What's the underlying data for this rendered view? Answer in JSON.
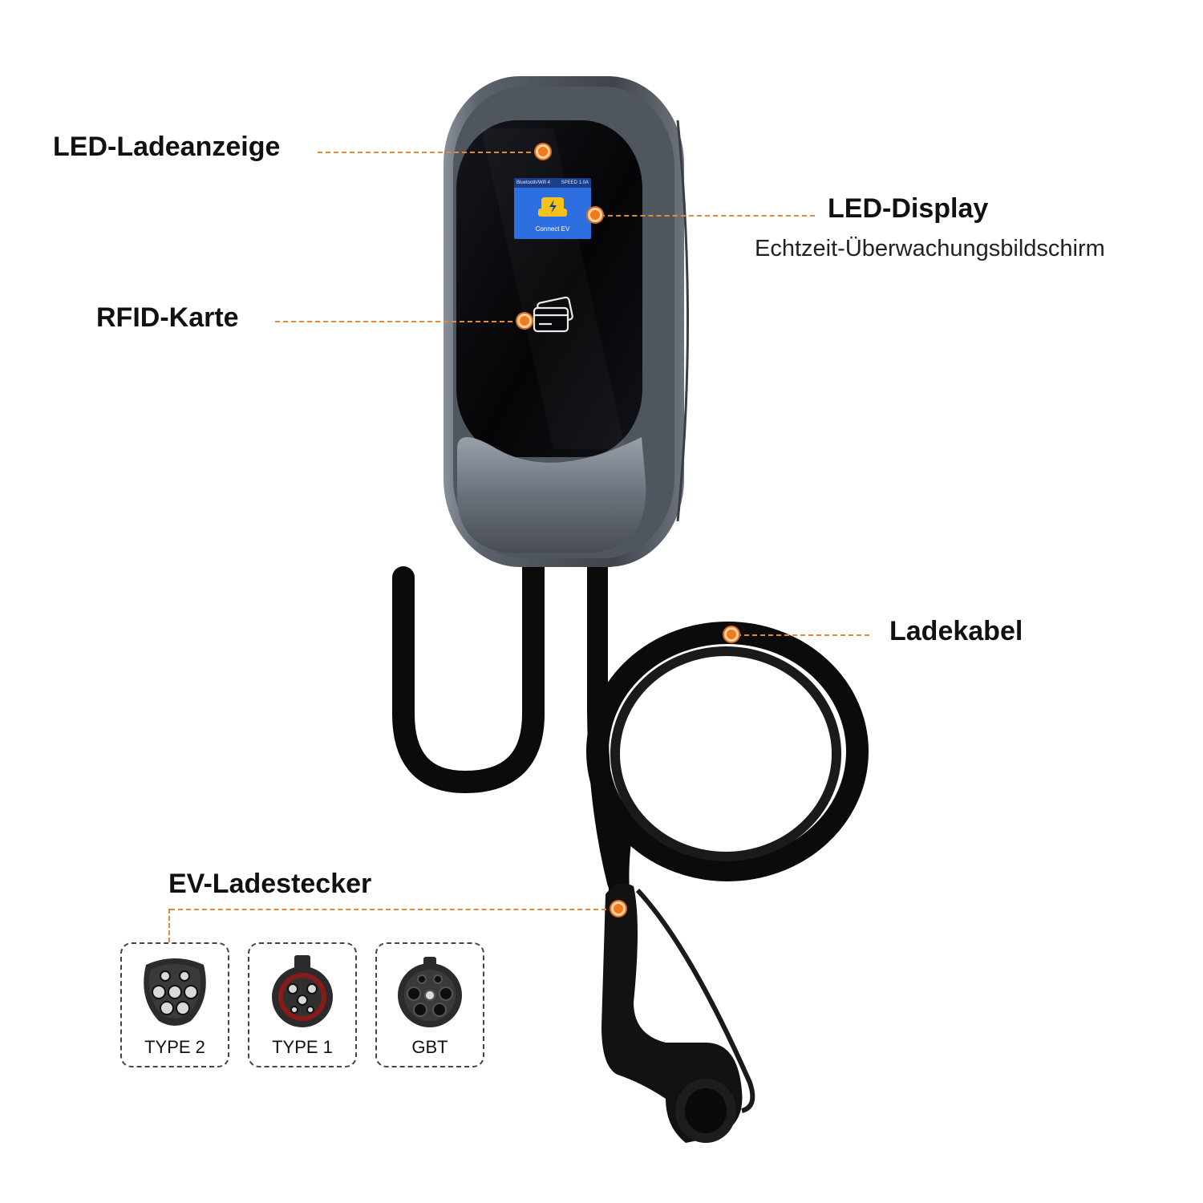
{
  "callouts": {
    "led_indicator": "LED-Ladeanzeige",
    "led_display": "LED-Display",
    "led_display_sub": "Echtzeit-Überwachungsbildschirm",
    "rfid": "RFID-Karte",
    "cable": "Ladekabel",
    "plug": "EV-Ladestecker"
  },
  "screen": {
    "status_left": "Bluetooth/Wifi 4",
    "status_right": "SPEED 1.0A",
    "message": "Connect EV"
  },
  "connectors": [
    {
      "id": "type2",
      "label": "TYPE 2",
      "icon": "type2-connector-icon"
    },
    {
      "id": "type1",
      "label": "TYPE 1",
      "icon": "type1-connector-icon"
    },
    {
      "id": "gbt",
      "label": "GBT",
      "icon": "gbt-connector-icon"
    }
  ],
  "colors": {
    "accent": "#f07a1a",
    "housing": "#5f6670",
    "panel": "#08080c",
    "cable": "#0a0a0a",
    "screen": "#2d6fe0"
  }
}
